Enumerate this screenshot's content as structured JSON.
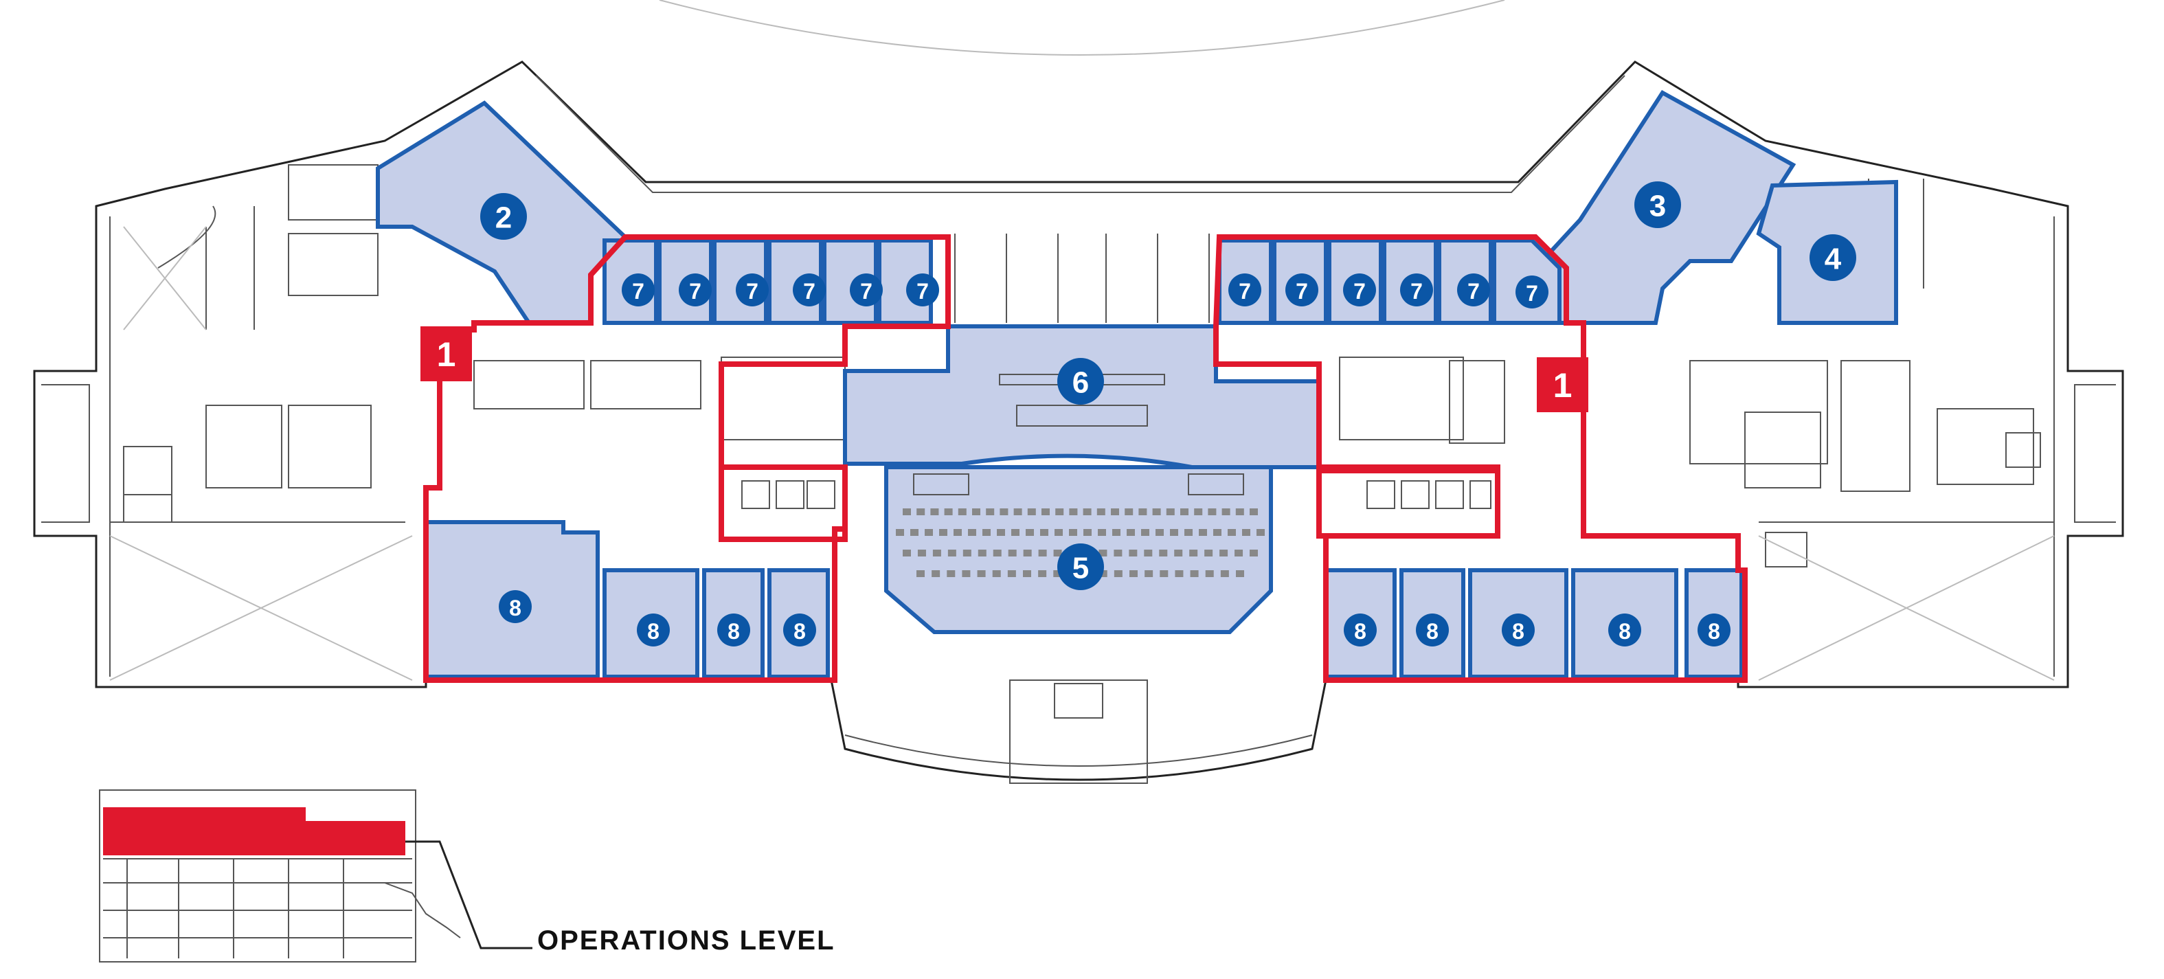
{
  "legend": {
    "label": "OPERATIONS LEVEL"
  },
  "zones": [
    {
      "id": "zone-left",
      "tag": "1"
    },
    {
      "id": "zone-right",
      "tag": "1"
    }
  ],
  "rooms": {
    "r2": "2",
    "r3": "3",
    "r4": "4",
    "r5": "5",
    "r6": "6",
    "r7": [
      "7",
      "7",
      "7",
      "7",
      "7",
      "7",
      "7",
      "7",
      "7",
      "7",
      "7",
      "7"
    ],
    "r8": [
      "8",
      "8",
      "8",
      "8",
      "8",
      "8",
      "8",
      "8",
      "8"
    ]
  },
  "colors": {
    "room_fill": "#c6cfe9",
    "room_outline": "#1f5fb0",
    "zone_outline": "#e0182d",
    "badge": "#0b56a6"
  }
}
